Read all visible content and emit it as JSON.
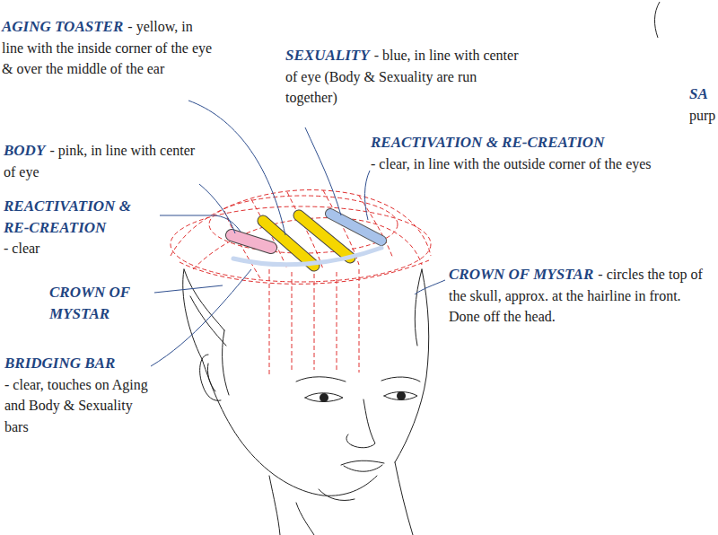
{
  "diagram": {
    "labels": [
      "AGING TOASTER",
      "- yellow, in line with the inside corner of the eye & over the middle of the ear",
      "SEXUALITY",
      "- blue, in line with center of eye (Body & Sexuality are run together)",
      "SA",
      "purp",
      "BODY",
      "- pink, in line with center of eye",
      "REACTIVATION & RE-CREATION",
      "- clear, in line with the outside corner of the eyes",
      "REACTIVATION & RE-CREATION",
      "- clear",
      "CROWN OF MYSTAR",
      "- circles the top of the skull, approx. at the hairline in front. Done off the head.",
      "CROWN OF MYSTAR",
      "BRIDGING BAR",
      "- clear, touches on Aging and Body & Sexuality bars"
    ]
  }
}
